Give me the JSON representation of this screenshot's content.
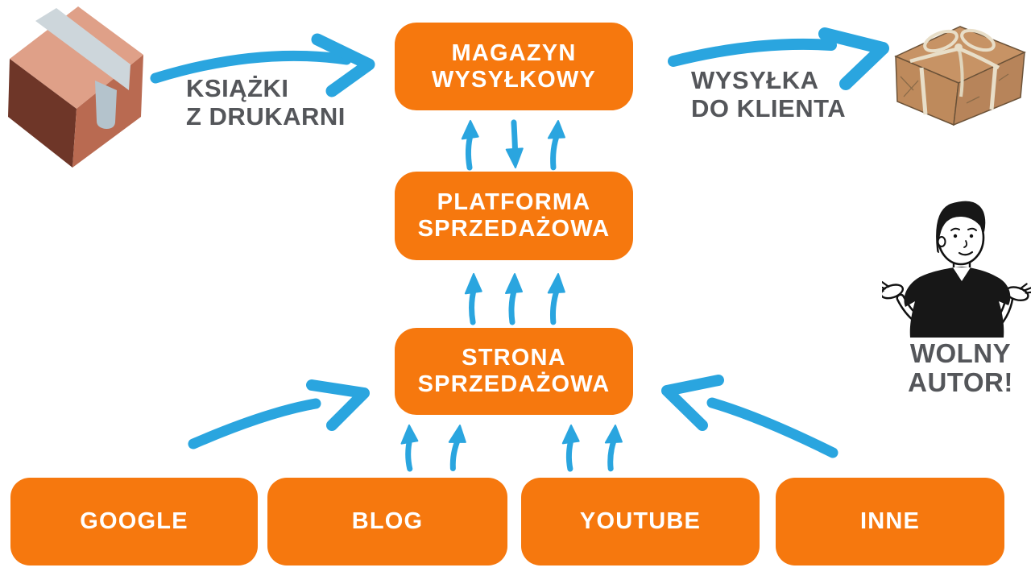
{
  "colors": {
    "accent_orange": "#F6780E",
    "arrow_blue": "#2AA5DF",
    "label_gray": "#54565A",
    "box_text_white": "#FFFFFF",
    "background": "#FFFFFF"
  },
  "flow_boxes": {
    "magazyn": {
      "line1": "MAGAZYN",
      "line2": "WYSYŁKOWY"
    },
    "platforma": {
      "line1": "PLATFORMA",
      "line2": "SPRZEDAŻOWA"
    },
    "strona": {
      "line1": "STRONA",
      "line2": "SPRZEDAŻOWA"
    }
  },
  "source_boxes": [
    {
      "label": "GOOGLE"
    },
    {
      "label": "BLOG"
    },
    {
      "label": "YOUTUBE"
    },
    {
      "label": "INNE"
    }
  ],
  "annotations": {
    "books_from_printer": {
      "line1": "KSIĄŻKI",
      "line2": "Z DRUKARNI"
    },
    "shipping_to_client": {
      "line1": "WYSYŁKA",
      "line2": "DO KLIENTA"
    },
    "free_author": {
      "line1": "WOLNY",
      "line2": "AUTOR!"
    }
  },
  "icons": {
    "cardboard_box": "cardboard-box-package-icon",
    "wrapped_parcel": "wrapped-parcel-with-twine-icon",
    "author": "shrugging-man-icon"
  }
}
